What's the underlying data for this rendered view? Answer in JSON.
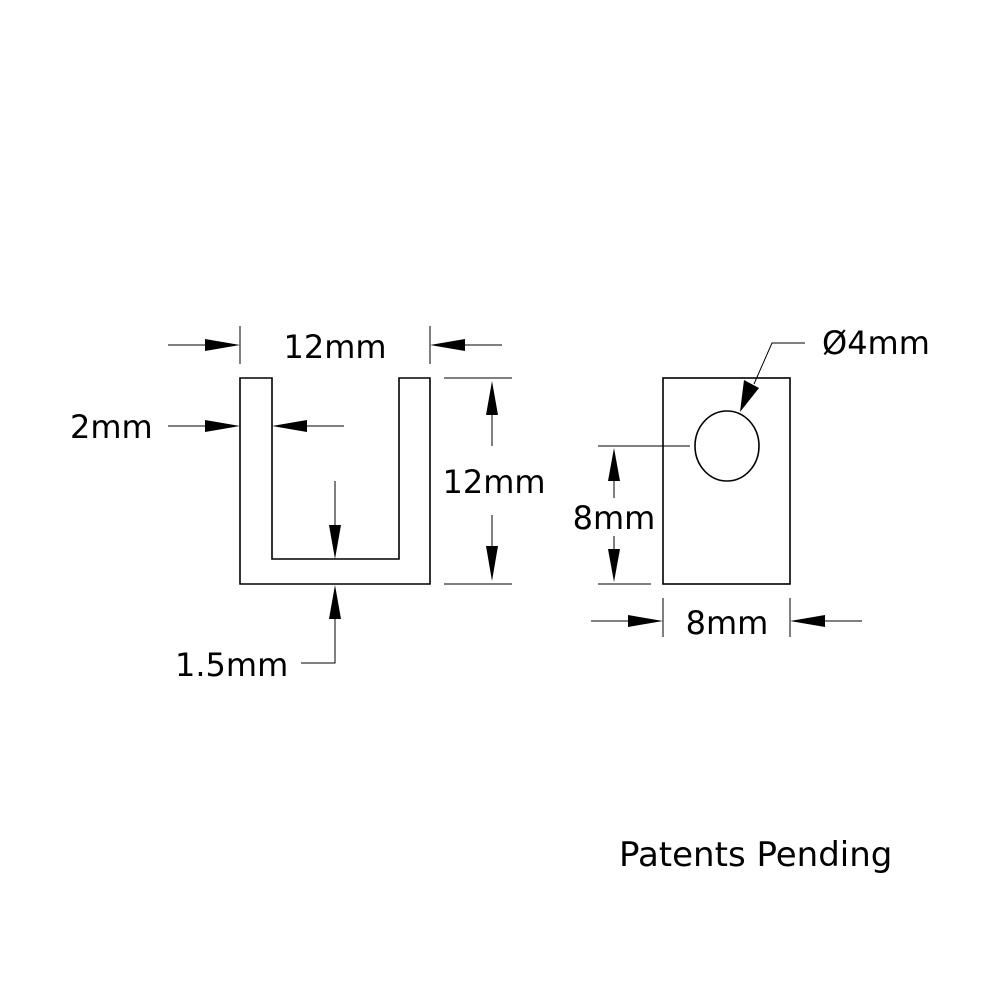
{
  "labels": {
    "overall_width": "12mm",
    "wall_thickness": "2mm",
    "overall_height": "12mm",
    "base_thickness": "1.5mm",
    "hole_diameter": "Ø4mm",
    "hole_height": "8mm",
    "side_width": "8mm"
  },
  "footer": {
    "notice": "Patents Pending"
  },
  "colors": {
    "line": "#000000",
    "background": "#ffffff"
  }
}
